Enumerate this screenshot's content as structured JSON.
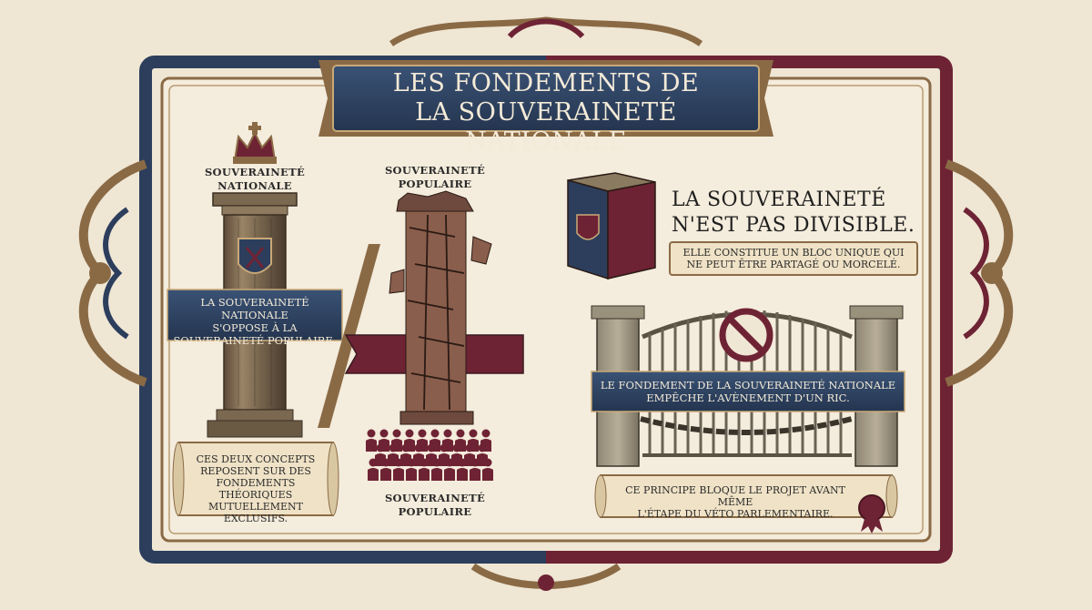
{
  "title": {
    "line1": "LES FONDEMENTS DE",
    "line2": "LA SOUVERAINETÉ NATIONALE"
  },
  "left_pillar": {
    "label_line1": "SOUVERAINETÉ",
    "label_line2": "NATIONALE",
    "banner_line1": "LA SOUVERAINETÉ NATIONALE",
    "banner_line2": "S'OPPOSE À LA",
    "banner_line3": "SOUVERAINETÉ POPULAIRE."
  },
  "right_pillar": {
    "top_label_line1": "SOUVERAINETÉ",
    "top_label_line2": "POPULAIRE",
    "bottom_label_line1": "SOUVERAINETÉ",
    "bottom_label_line2": "POPULAIRE"
  },
  "scroll_left": {
    "line1": "CES DEUX CONCEPTS",
    "line2": "REPOSENT SUR DES",
    "line3": "FONDEMENTS THÉORIQUES",
    "line4": "MUTUELLEMENT EXCLUSIFS."
  },
  "indivisible": {
    "heading_line1": "LA SOUVERAINETÉ",
    "heading_line2": "N'EST PAS DIVISIBLE.",
    "note_line1": "ELLE CONSTITUE UN BLOC UNIQUE QUI",
    "note_line2": "NE PEUT ÊTRE PARTAGÉ OU MORCELÉ."
  },
  "gate": {
    "banner_line1": "LE FONDEMENT DE LA SOUVERAINETÉ NATIONALE",
    "banner_line2": "EMPÊCHE L'AVÈNEMENT D'UN RIC."
  },
  "scroll_right": {
    "line1": "CE PRINCIPE BLOQUE LE PROJET AVANT MÊME",
    "line2": "L'ÉTAPE DU VÉTO PARLEMENTAIRE."
  },
  "icons": [
    "crown-icon",
    "shield-emblem-icon",
    "prohibited-icon",
    "wax-seal-icon",
    "crowd-icon",
    "chain-icon"
  ],
  "colors": {
    "navy": "#2c3e5c",
    "burgundy": "#6e2334",
    "bronze": "#8a6a45",
    "parchment": "#efe6d4",
    "cream": "#f3ead8"
  }
}
